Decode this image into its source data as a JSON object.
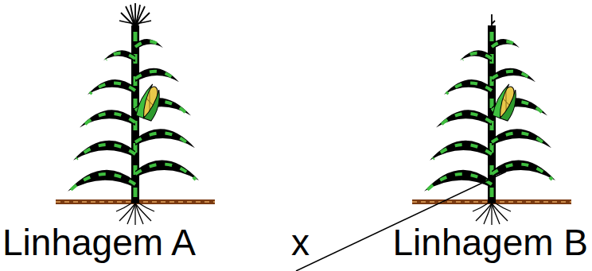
{
  "diagram": {
    "labels": [
      "Linhagem A",
      "x",
      "Linhagem B"
    ]
  }
}
